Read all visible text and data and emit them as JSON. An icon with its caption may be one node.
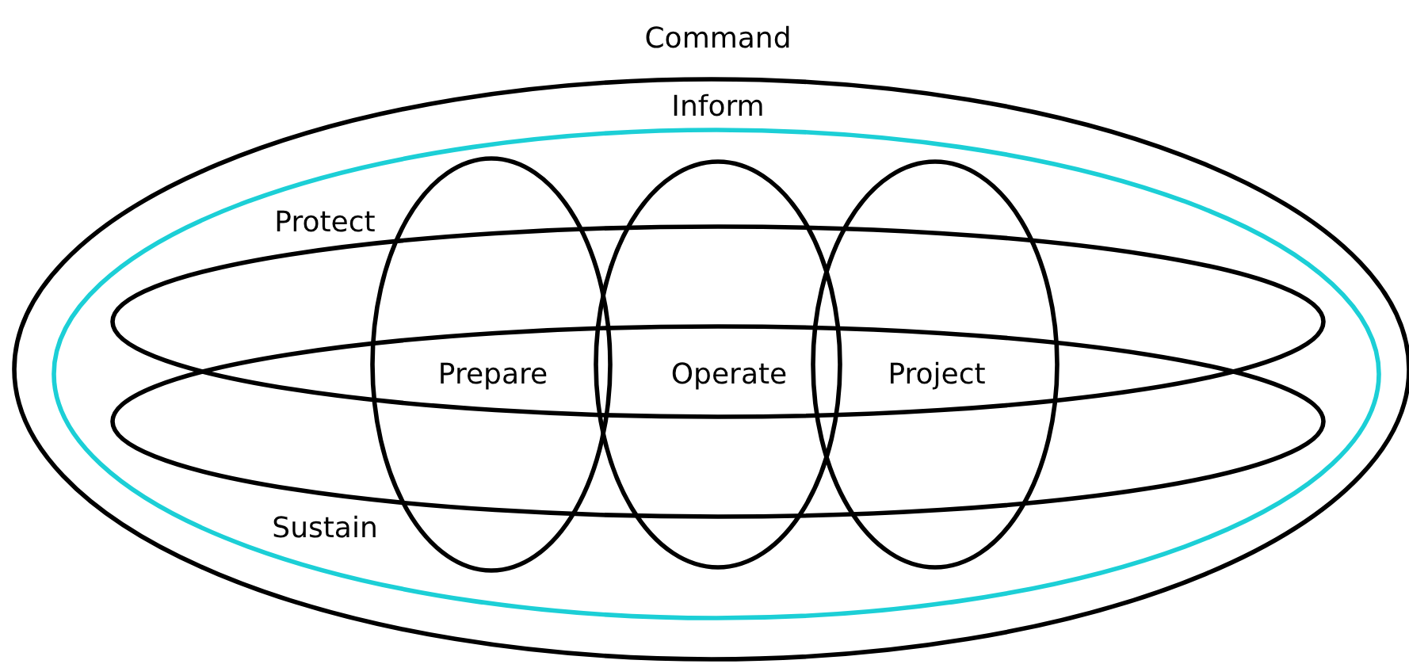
{
  "diagram": {
    "nodes": [
      {
        "text": [
          "Command"
        ]
      },
      {
        "text": [
          "Inform"
        ],
        "in": 0
      },
      {
        "text": [
          "Protect"
        ],
        "in": 1
      },
      {
        "text": [
          "Sustain"
        ],
        "in": 1
      },
      {
        "text": [
          "Prepare"
        ],
        "in": 1
      },
      {
        "text": [
          "Operate"
        ],
        "in": 1
      },
      {
        "text": [
          "Project"
        ],
        "in": 1
      }
    ]
  }
}
